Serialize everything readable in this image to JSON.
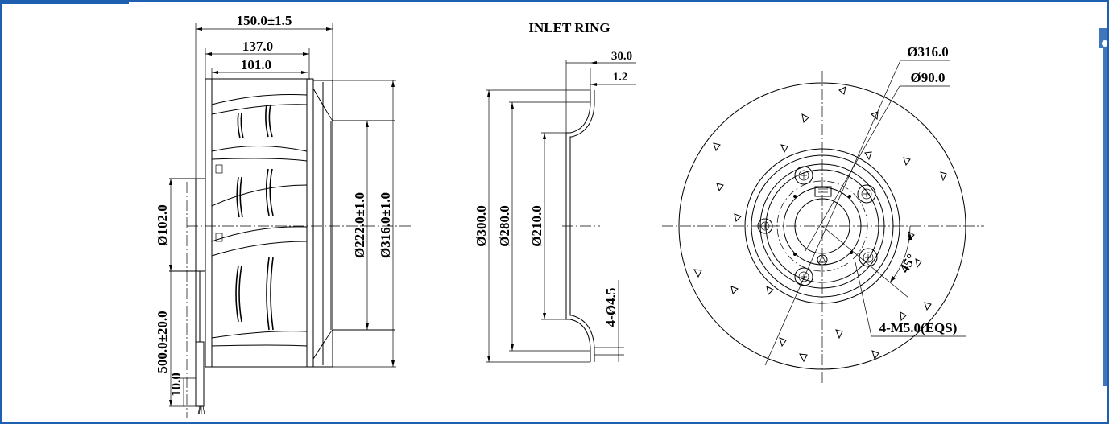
{
  "colors": {
    "frame": "#1f5fb0",
    "accent_corner": "#1f5fb0",
    "line": "#000000"
  },
  "side_view": {
    "dim_overall_width": "150.0±1.5",
    "dim_body_width": "137.0",
    "dim_impeller_width": "101.0",
    "dim_hub_diameter": "Ø102.0",
    "dim_inner_diameter": "Ø222.0±1.0",
    "dim_outer_diameter": "Ø316.0±1.0",
    "dim_cable_length": "500.0±20.0",
    "dim_strip_length": "10.0"
  },
  "inlet_ring": {
    "title": "INLET RING",
    "dim_depth": "30.0",
    "dim_thickness": "1.2",
    "dim_flange_diameter": "Ø300.0",
    "dim_mid_diameter": "Ø280.0",
    "dim_throat_diameter": "Ø210.0",
    "dim_holes": "4-Ø4.5"
  },
  "front_view": {
    "dim_outer_diameter": "Ø316.0",
    "dim_bolt_circle": "Ø90.0",
    "dim_angle": "45°",
    "dim_threads": "4-M5.0(EQS)"
  }
}
